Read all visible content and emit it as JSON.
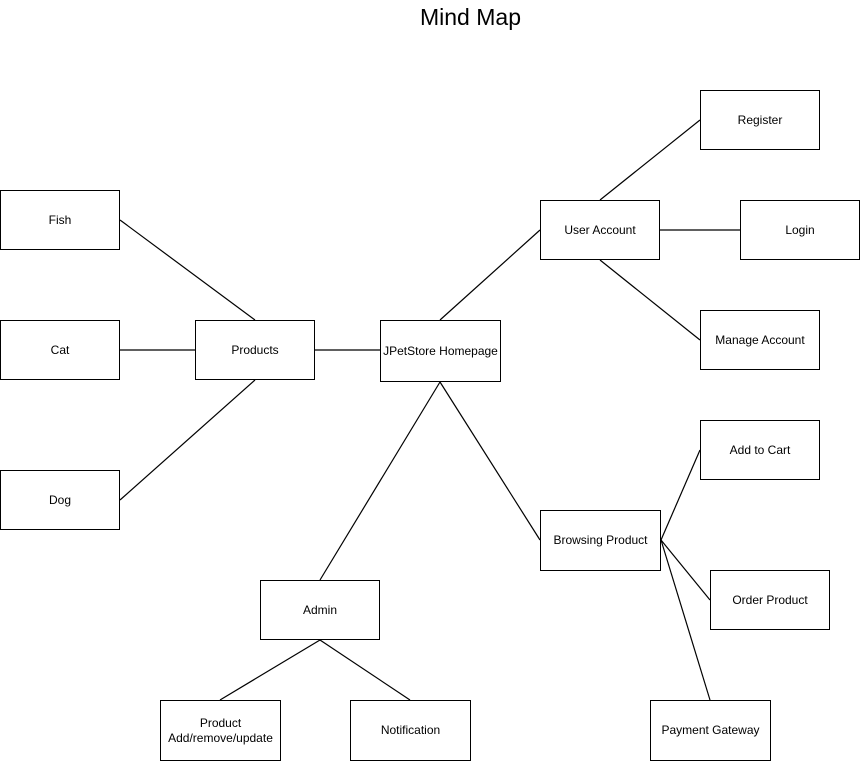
{
  "title": "Mind Map",
  "nodes": {
    "fish": "Fish",
    "cat": "Cat",
    "dog": "Dog",
    "products": "Products",
    "homepage": "JPetStore Homepage",
    "user_account": "User Account",
    "register": "Register",
    "login": "Login",
    "manage_account": "Manage Account",
    "browsing_product": "Browsing Product",
    "add_to_cart": "Add to Cart",
    "order_product": "Order Product",
    "payment_gateway": "Payment Gateway",
    "admin": "Admin",
    "product_admin": "Product\nAdd/remove/update",
    "notification": "Notification"
  },
  "edges": [
    [
      "fish",
      "products"
    ],
    [
      "cat",
      "products"
    ],
    [
      "dog",
      "products"
    ],
    [
      "products",
      "homepage"
    ],
    [
      "homepage",
      "user_account"
    ],
    [
      "user_account",
      "register"
    ],
    [
      "user_account",
      "login"
    ],
    [
      "user_account",
      "manage_account"
    ],
    [
      "homepage",
      "browsing_product"
    ],
    [
      "browsing_product",
      "add_to_cart"
    ],
    [
      "browsing_product",
      "order_product"
    ],
    [
      "browsing_product",
      "payment_gateway"
    ],
    [
      "homepage",
      "admin"
    ],
    [
      "admin",
      "product_admin"
    ],
    [
      "admin",
      "notification"
    ]
  ]
}
